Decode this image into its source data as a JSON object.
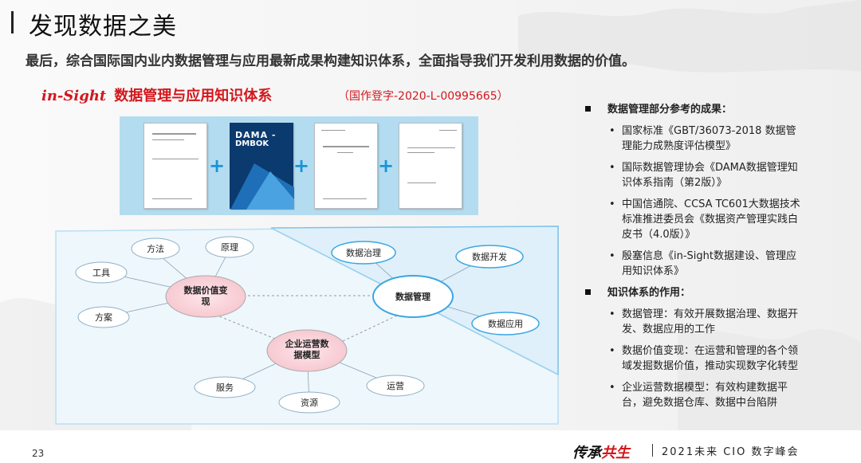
{
  "header": {
    "title": "发现数据之美",
    "subtitle": "最后，综合国际国内业内数据管理与应用最新成果构建知识体系，全面指导我们开发利用数据的价值。"
  },
  "brand": {
    "name_en": "in-Sight",
    "name_cn": "数据管理与应用知识体系",
    "registration": "（国作登字-2020-L-00995665）"
  },
  "books": {
    "dama_line1": "DAMA -",
    "dama_line2": "DMBOK",
    "plus": "+"
  },
  "diagram": {
    "left_center": [
      "数据价值变",
      "现"
    ],
    "right_center": "数据管理",
    "bottom_center": [
      "企业运营数",
      "据模型"
    ],
    "left_nodes": [
      "方法",
      "原理",
      "工具",
      "方案"
    ],
    "right_nodes": [
      "数据治理",
      "数据开发",
      "数据应用"
    ],
    "bottom_nodes": [
      "服务",
      "资源",
      "运营"
    ]
  },
  "right_panel": {
    "section1_title": "数据管理部分参考的成果：",
    "section1_items": [
      "国家标准《GBT/36073-2018 数据管理能力成熟度评估模型》",
      "国际数据管理协会《DAMA数据管理知识体系指南（第2版）》",
      "中国信通院、CCSA TC601大数据技术标准推进委员会《数据资产管理实践白皮书（4.0版）》",
      "殷塞信息《in-Sight数据建设、管理应用知识体系》"
    ],
    "section2_title": "知识体系的作用：",
    "section2_items": [
      "数据管理：有效开展数据治理、数据开发、数据应用的工作",
      "数据价值变现：在运营和管理的各个领域发掘数据价值，推动实现数字化转型",
      "企业运营数据模型：有效构建数据平台，避免数据仓库、数据中台陷阱"
    ]
  },
  "footer": {
    "page": "23",
    "slogan_black1": "传承",
    "slogan_red": "共生",
    "conference": "2021未来 CIO 数字峰会"
  }
}
